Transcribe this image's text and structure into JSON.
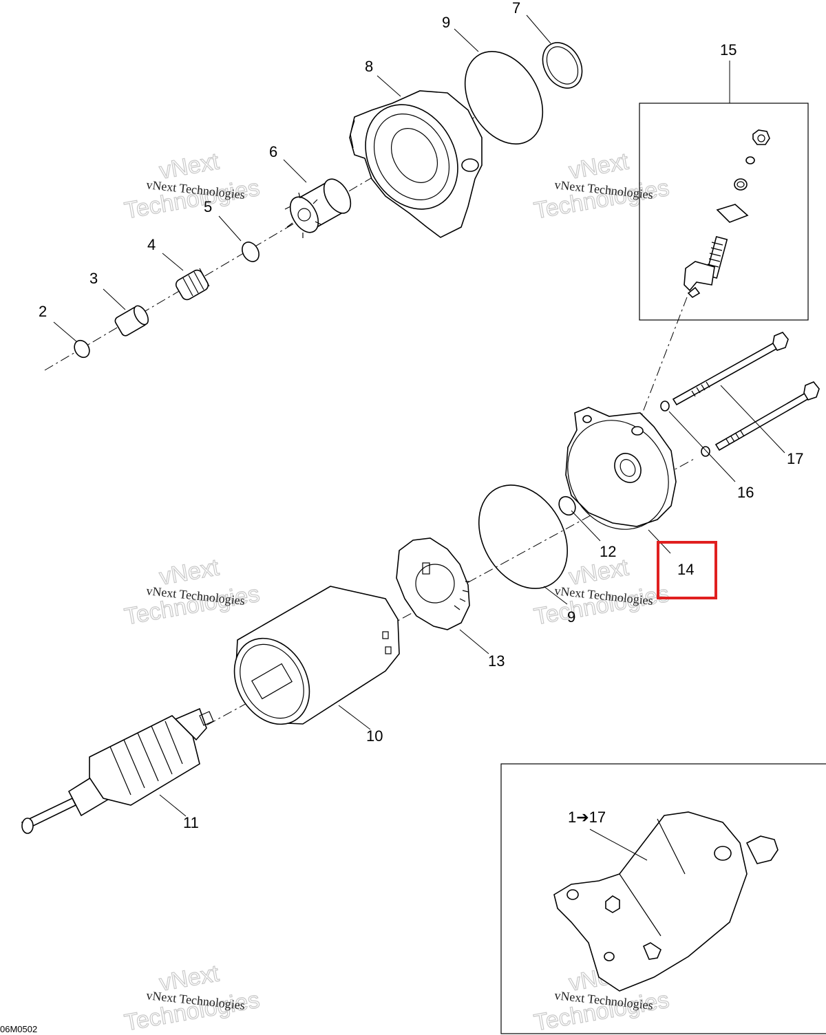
{
  "diagram": {
    "callouts": [
      "2",
      "3",
      "4",
      "5",
      "6",
      "7",
      "8",
      "9",
      "9",
      "10",
      "11",
      "12",
      "13",
      "14",
      "15",
      "16",
      "17"
    ],
    "assembly_label": "1➔17",
    "highlighted_callout": "14",
    "highlight_color": "#e02020",
    "document_code": "06M0502"
  },
  "watermark": {
    "line1": "vNext Technologies",
    "outline_top": "vNext",
    "outline_bottom": "Technologies"
  }
}
